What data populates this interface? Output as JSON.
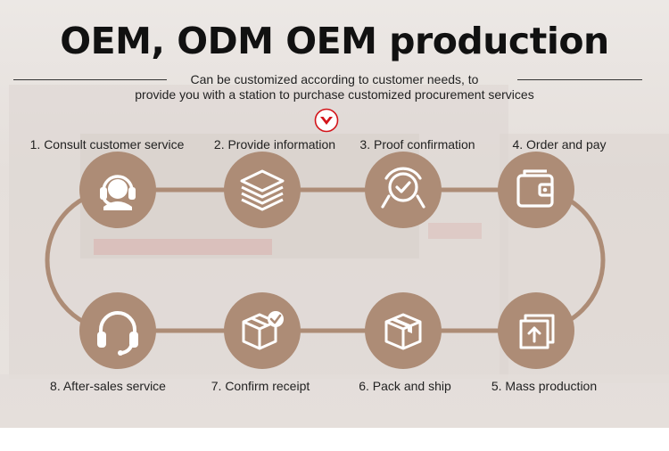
{
  "header": {
    "title": "OEM, ODM OEM production",
    "subtitle_line1": "Can be customized according to customer needs, to",
    "subtitle_line2": "provide you with a station to purchase customized procurement services"
  },
  "colors": {
    "accent": "#ad8c76",
    "arrow_red": "#d3141a"
  },
  "steps": [
    {
      "label": "1. Consult customer service",
      "icon": "headset-agent-icon"
    },
    {
      "label": "2. Provide information",
      "icon": "layers-icon"
    },
    {
      "label": "3. Proof confirmation",
      "icon": "magnifier-check-icon"
    },
    {
      "label": "4. Order and pay",
      "icon": "wallet-icon"
    },
    {
      "label": "5. Mass production",
      "icon": "upload-box-icon"
    },
    {
      "label": "6. Pack and ship",
      "icon": "package-box-icon"
    },
    {
      "label": "7. Confirm receipt",
      "icon": "box-check-icon"
    },
    {
      "label": "8. After-sales service",
      "icon": "headphones-icon"
    }
  ]
}
